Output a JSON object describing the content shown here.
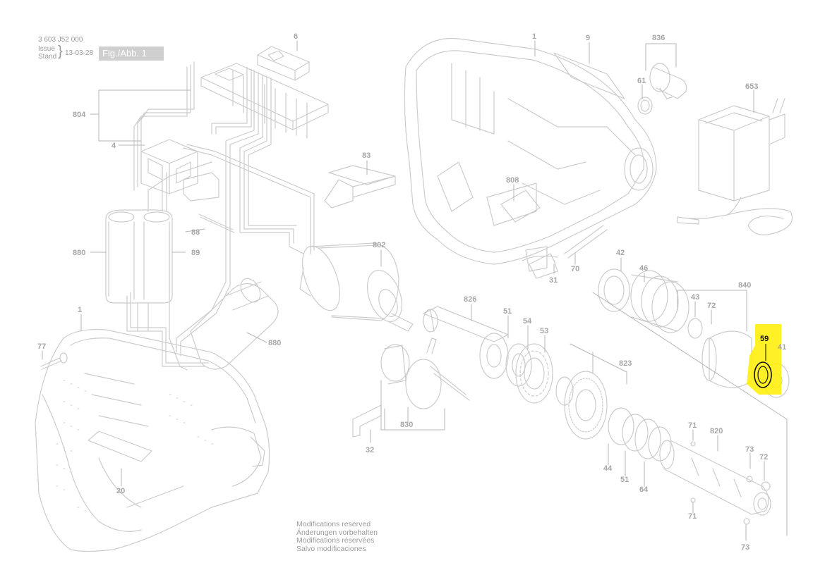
{
  "header": {
    "part_no": "3 603 J52 000",
    "issue_line1": "Issue",
    "issue_line2": "Stand",
    "date": "13-03-28",
    "figure": "Fig./Abb. 1"
  },
  "footer": {
    "lines": [
      "Modifications reserved",
      "Änderungen vorbehalten",
      "Modifications réservées",
      "Salvo modificaciones"
    ]
  },
  "colors": {
    "line": "#cccccc",
    "label": "#a6a6a6",
    "highlight": "#ffee00",
    "highlight_text": "#111111"
  },
  "callouts": {
    "c6": "6",
    "c1_top": "1",
    "c9": "9",
    "c836": "836",
    "c61": "61",
    "c653": "653",
    "c804": "804",
    "c4": "4",
    "c83": "83",
    "c808": "808",
    "c88": "88",
    "c880_left": "880",
    "c89": "89",
    "c802": "802",
    "c42": "42",
    "c46": "46",
    "c70": "70",
    "c31": "31",
    "c840": "840",
    "c43": "43",
    "c72_top": "72",
    "c59": "59",
    "c41": "41",
    "c1_left": "1",
    "c77": "77",
    "c880_mid": "880",
    "c826": "826",
    "c51_top": "51",
    "c54": "54",
    "c53": "53",
    "c823": "823",
    "c830": "830",
    "c32": "32",
    "c71_top": "71",
    "c820": "820",
    "c73_top": "73",
    "c72_right": "72",
    "c44": "44",
    "c51_bottom": "51",
    "c64": "64",
    "c71_bottom": "71",
    "c73_bottom": "73",
    "c20": "20"
  },
  "highlighted_part": "59"
}
